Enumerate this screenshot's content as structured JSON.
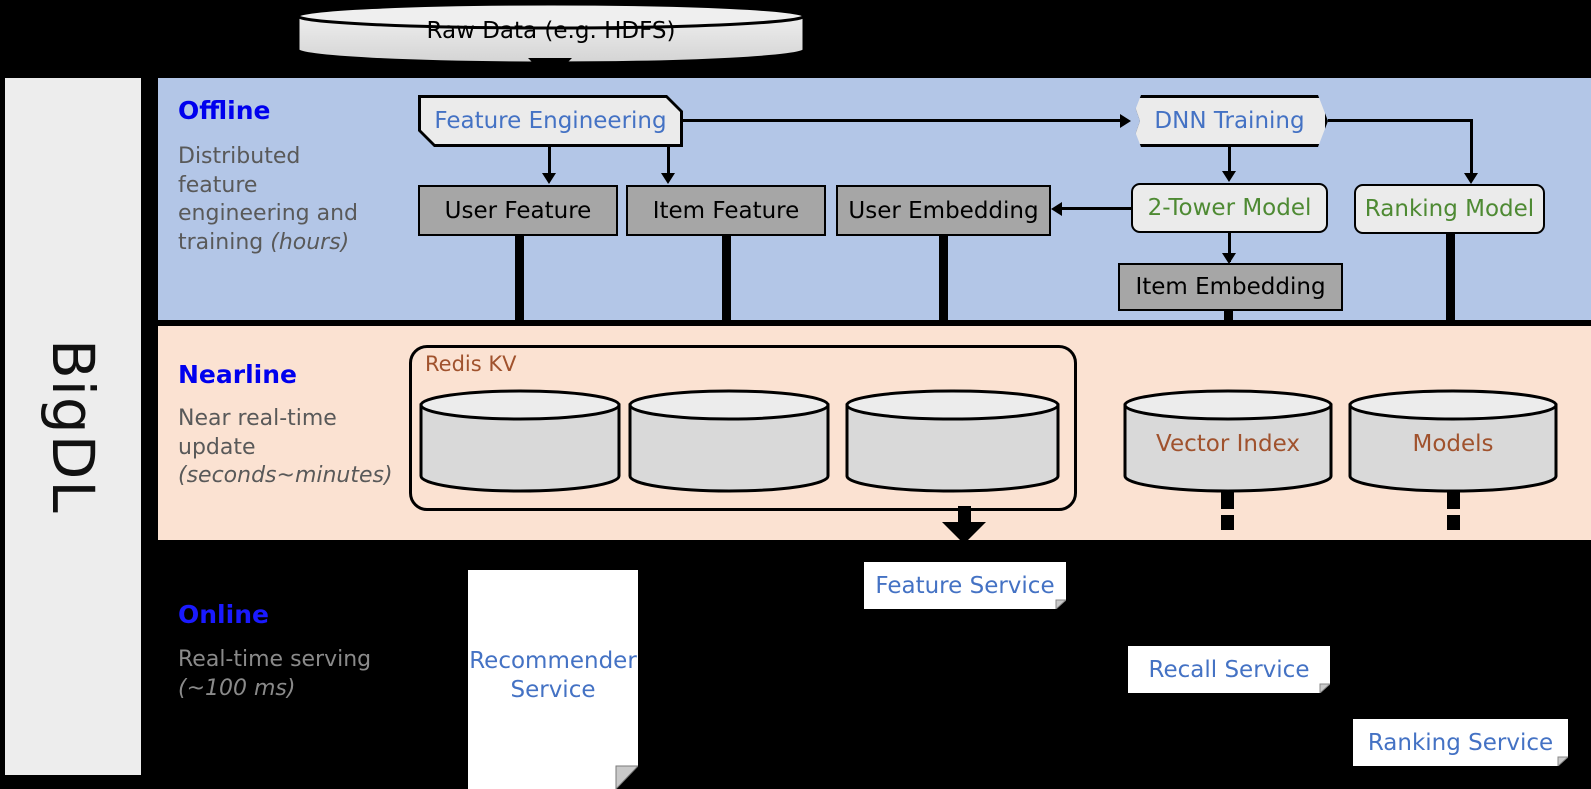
{
  "sidebar": {
    "label": "BigDL"
  },
  "top": {
    "raw_data": "Raw Data (e.g. HDFS)"
  },
  "bands": {
    "offline": {
      "title": "Offline",
      "subtitle_plain": "Distributed feature engineering and training ",
      "subtitle_italic": "(hours)",
      "bg": "#b3c6e7"
    },
    "nearline": {
      "title": "Nearline",
      "subtitle_plain": "Near real-time update ",
      "subtitle_italic": "(seconds~minutes)",
      "bg": "#fbe2d2"
    },
    "online": {
      "title": "Online",
      "subtitle_plain": "Real-time serving ",
      "subtitle_italic": "(~100 ms)",
      "bg": "#000000"
    }
  },
  "offline": {
    "feature_engineering": "Feature Engineering",
    "dnn_training": "DNN Training",
    "user_feature": "User Feature",
    "item_feature": "Item Feature",
    "user_embedding": "User Embedding",
    "two_tower_model": "2-Tower Model",
    "ranking_model": "Ranking Model",
    "item_embedding": "Item Embedding"
  },
  "nearline": {
    "redis_kv": "Redis KV",
    "store_1": "",
    "store_2": "",
    "store_3": "",
    "vector_index": "Vector Index",
    "models": "Models"
  },
  "online": {
    "recommender_service": "Recommender Service",
    "feature_service": "Feature Service",
    "recall_service": "Recall Service",
    "ranking_service": "Ranking Service"
  },
  "colors": {
    "band_offline": "#b3c6e7",
    "band_nearline": "#fbe2d2",
    "band_online": "#000000",
    "title_blue": "#0000ee",
    "model_green": "#4e8a33",
    "proc_blue": "#4472c4",
    "store_brown": "#a0522d",
    "gray_box": "#a6a6a6",
    "cyl_fill": "#d9d9d9"
  }
}
